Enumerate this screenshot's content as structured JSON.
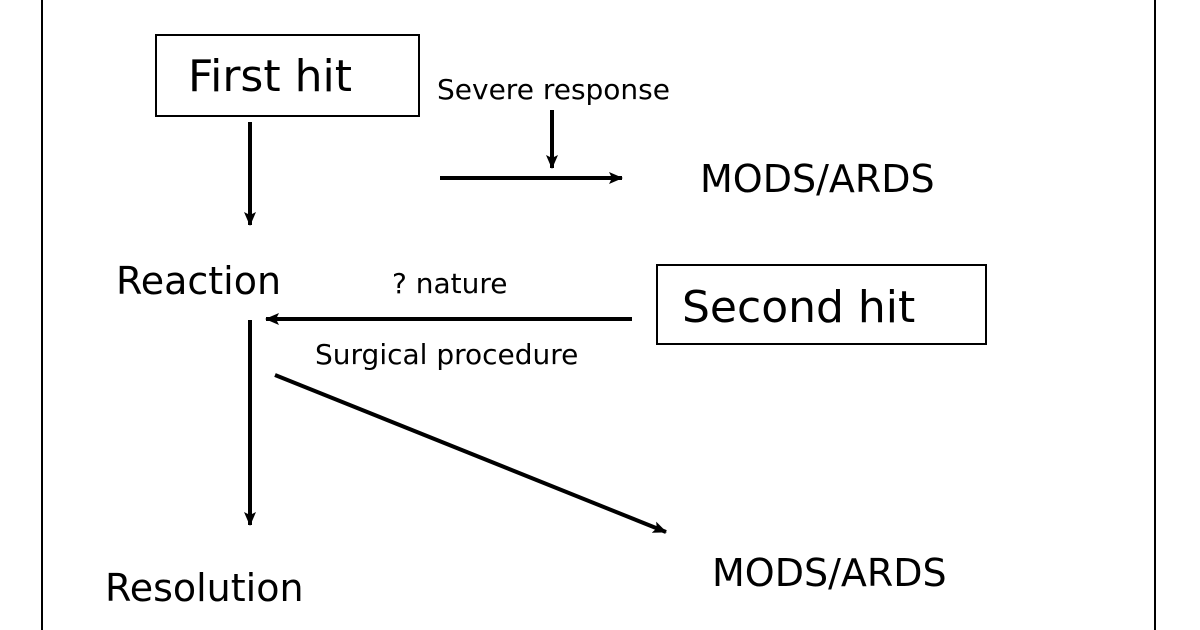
{
  "diagram": {
    "nodes": {
      "first_hit": "First hit",
      "second_hit": "Second hit",
      "reaction": "Reaction",
      "resolution": "Resolution",
      "mods_ards_top": "MODS/ARDS",
      "mods_ards_bottom": "MODS/ARDS"
    },
    "edge_labels": {
      "severe_response": "Severe response",
      "nature": "? nature",
      "surgical_procedure": "Surgical procedure"
    },
    "edges": [
      {
        "from": "first_hit",
        "to": "reaction"
      },
      {
        "from": "severe_response",
        "to": "mods_ards_top"
      },
      {
        "from": "second_hit",
        "to": "reaction",
        "labels": [
          "? nature",
          "Surgical procedure"
        ]
      },
      {
        "from": "reaction",
        "to": "resolution"
      },
      {
        "from": "reaction",
        "to": "mods_ards_bottom"
      }
    ]
  }
}
